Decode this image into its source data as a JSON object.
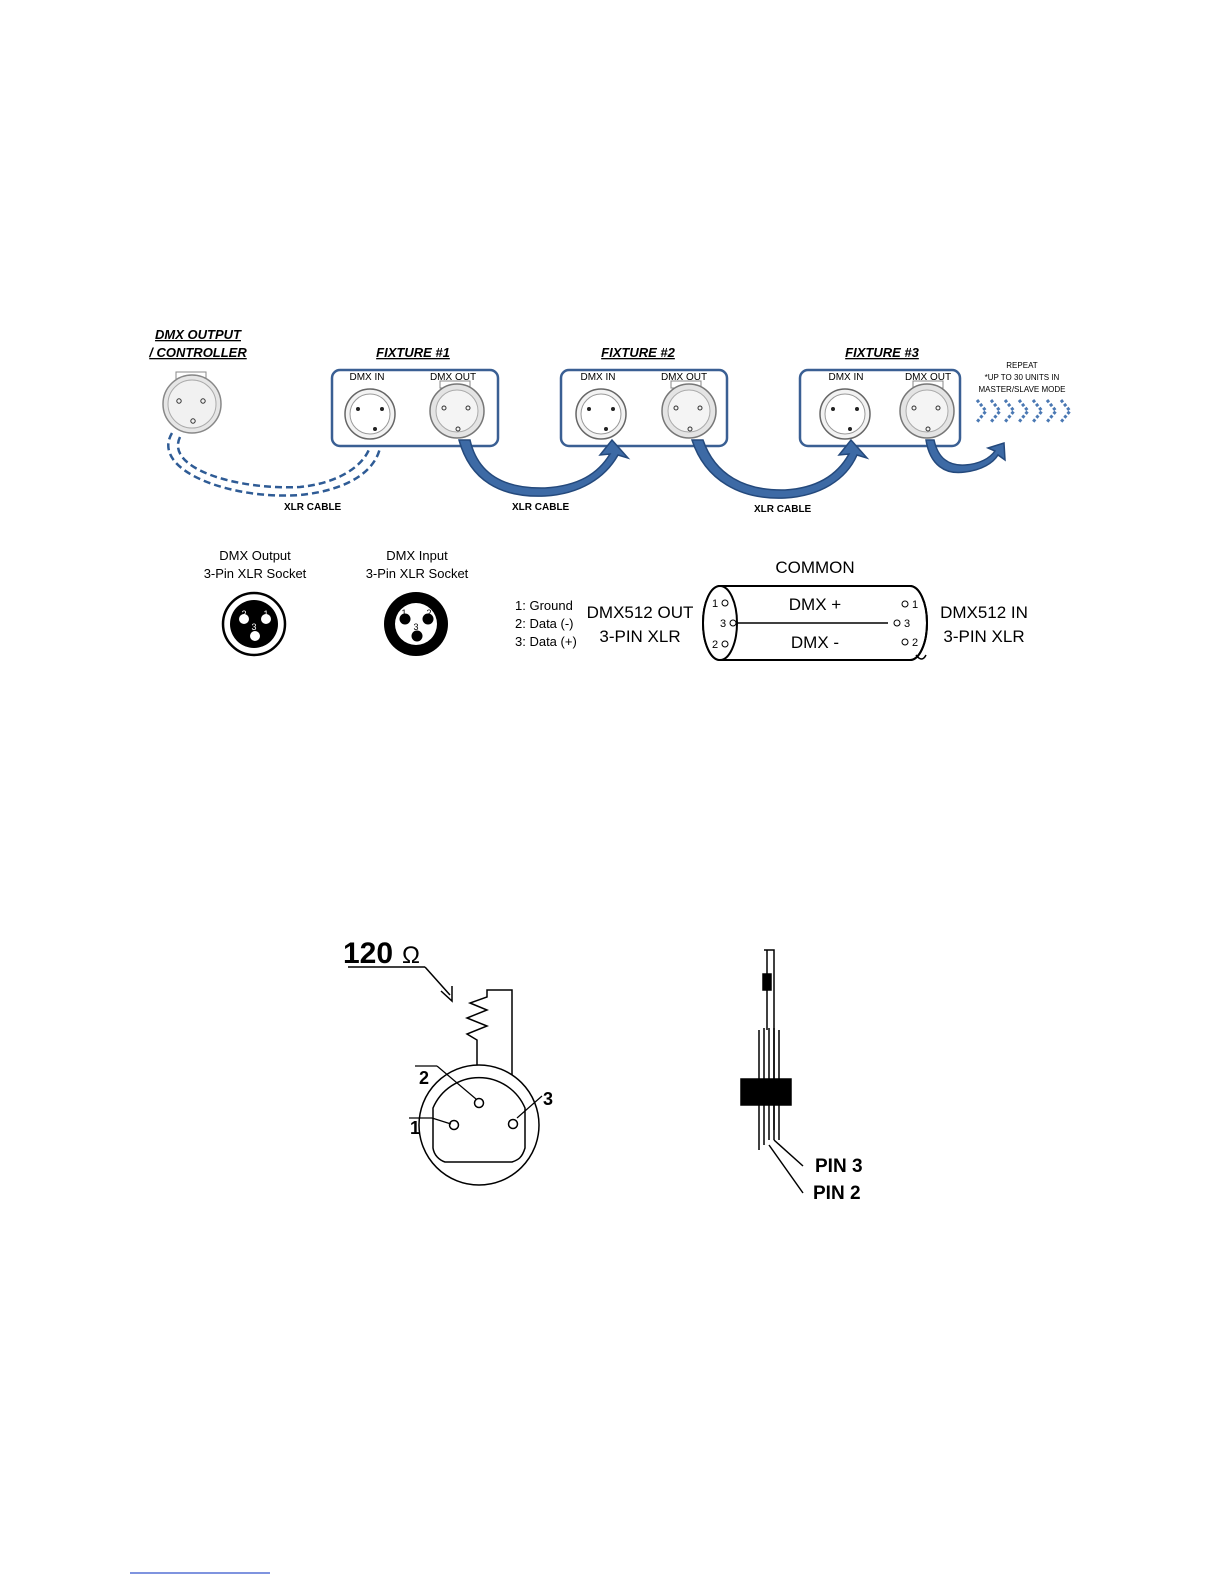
{
  "chain": {
    "controller_title_1": "DMX OUTPUT",
    "controller_title_2": "/ CONTROLLER",
    "fixtures": [
      {
        "title": "FIXTURE #1",
        "in_label": "DMX IN",
        "out_label": "DMX OUT"
      },
      {
        "title": "FIXTURE #2",
        "in_label": "DMX IN",
        "out_label": "DMX OUT"
      },
      {
        "title": "FIXTURE #3",
        "in_label": "DMX IN",
        "out_label": "DMX OUT"
      }
    ],
    "cable_labels": [
      "XLR CABLE",
      "XLR CABLE",
      "XLR CABLE"
    ],
    "repeat": [
      "REPEAT",
      "*UP TO 30 UNITS IN",
      "MASTER/SLAVE MODE"
    ],
    "colors": {
      "accent": "#2e5b95",
      "accent_light": "#4a78b3",
      "line": "#3a5f93"
    }
  },
  "sockets": {
    "output_title_1": "DMX Output",
    "output_title_2": "3-Pin XLR Socket",
    "input_title_1": "DMX Input",
    "input_title_2": "3-Pin XLR Socket",
    "output_pins": [
      "2",
      "1",
      "3"
    ],
    "input_pins": [
      "1",
      "2",
      "3"
    ]
  },
  "pinout": [
    "1: Ground",
    "2: Data (-)",
    "3: Data (+)"
  ],
  "cable": {
    "left_1": "DMX512 OUT",
    "left_2": "3-PIN XLR",
    "common": "COMMON",
    "dmx_plus": "DMX +",
    "dmx_minus": "DMX -",
    "right_1": "DMX512 IN",
    "right_2": "3-PIN XLR",
    "left_pins": [
      "1",
      "3",
      "2"
    ],
    "right_pins": [
      "1",
      "3",
      "2"
    ]
  },
  "terminator": {
    "resistor_value": "120",
    "resistor_unit": "Ω",
    "pins": [
      "1",
      "2",
      "3"
    ],
    "pin3_label": "PIN 3",
    "pin2_label": "PIN 2"
  }
}
